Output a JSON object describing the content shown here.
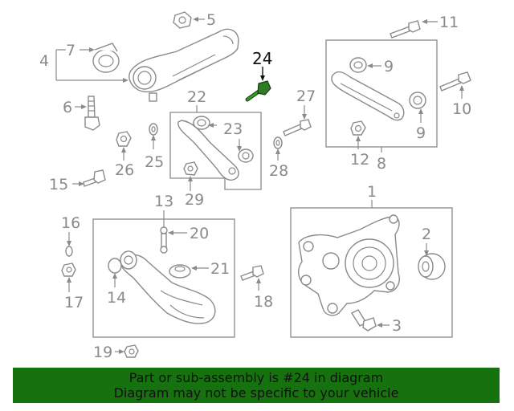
{
  "diagram": {
    "highlight_color": "#2e7d22",
    "callouts": {
      "c1": "1",
      "c2": "2",
      "c3": "3",
      "c4": "4",
      "c5": "5",
      "c6": "6",
      "c7": "7",
      "c8": "8",
      "c9a": "9",
      "c9b": "9",
      "c10": "10",
      "c11": "11",
      "c12": "12",
      "c13": "13",
      "c14": "14",
      "c15": "15",
      "c16": "16",
      "c17": "17",
      "c18": "18",
      "c19": "19",
      "c20": "20",
      "c21": "21",
      "c22": "22",
      "c23": "23",
      "c24": "24",
      "c25": "25",
      "c26": "26",
      "c27": "27",
      "c28": "28",
      "c29": "29"
    }
  },
  "banner": {
    "background": "#16720e",
    "line1": "Part or sub-assembly is #24 in diagram",
    "line2": "Diagram may not be specific to your vehicle"
  }
}
